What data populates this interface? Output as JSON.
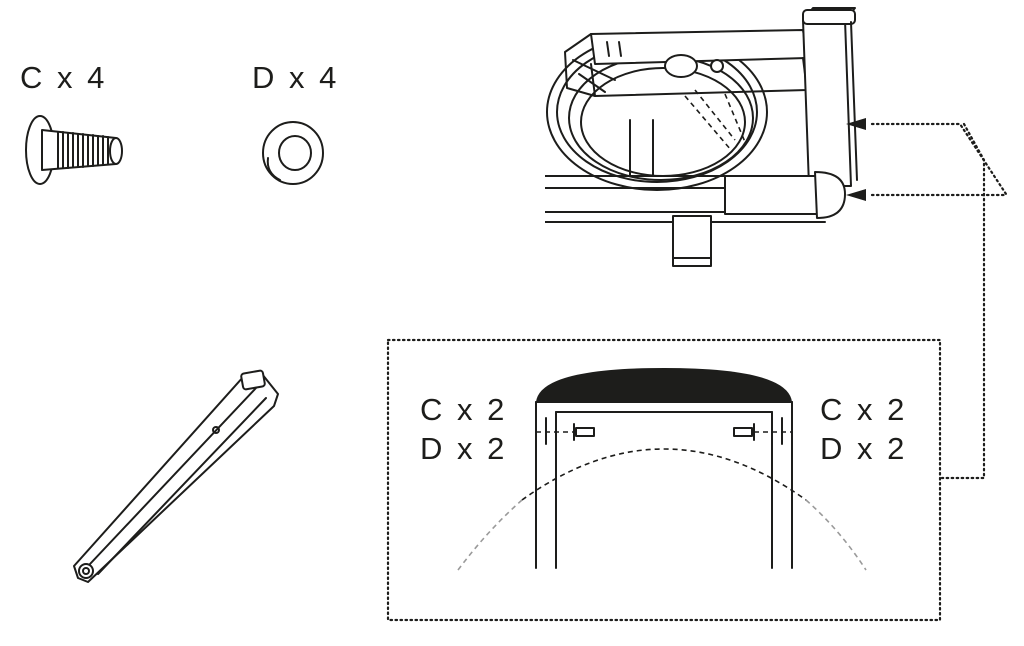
{
  "parts": {
    "part_c": {
      "label": "C x 4"
    },
    "part_d": {
      "label": "D x 4"
    }
  },
  "detail": {
    "left_c": "C x 2",
    "left_d": "D x 2",
    "right_c": "C x 2",
    "right_d": "D x 2"
  },
  "icons": [
    "bolt-icon",
    "washer-icon",
    "support-arm-icon",
    "frame-icon",
    "arrow-icon"
  ],
  "colors": {
    "ink": "#1d1d1b",
    "fill": "#ffffff"
  }
}
